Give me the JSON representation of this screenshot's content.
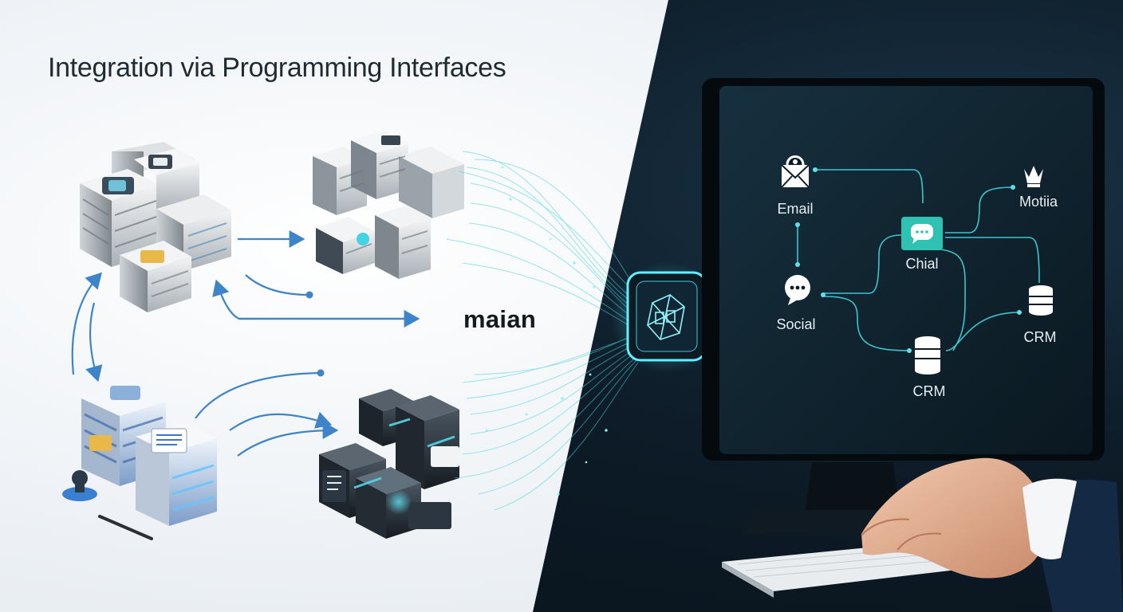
{
  "title": "Integration via Programming Interfaces",
  "brand": "maian",
  "screen_nodes": {
    "email": "Email",
    "social": "Social",
    "chat": "Chial",
    "media": "Motiia",
    "crm_right": "CRM",
    "crm_bottom": "CRM"
  },
  "icons": {
    "email": "envelope-icon",
    "social": "speech-bubble-icon",
    "chat": "chat-icon",
    "media": "crown-icon",
    "crm": "database-icon",
    "hub": "hub-chip-icon"
  },
  "colors": {
    "accent": "#3fd6df",
    "arrow": "#3d84c8",
    "dark": "#0d1c28",
    "chat_tile": "#2fc2b2"
  }
}
